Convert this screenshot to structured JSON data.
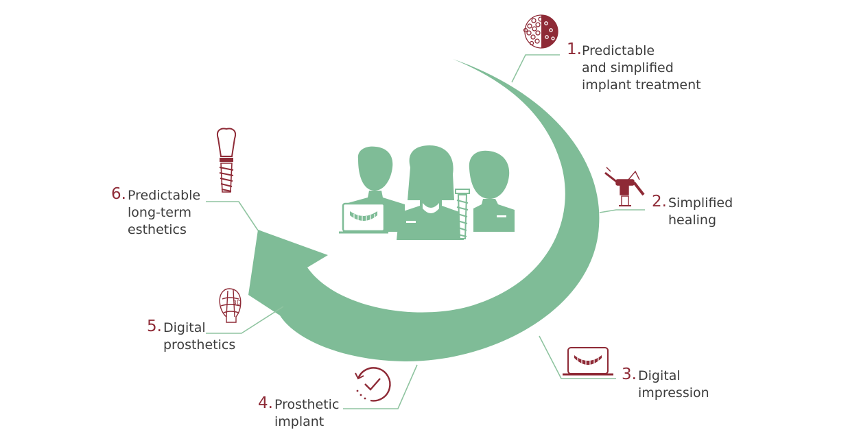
{
  "colors": {
    "arrow": "#7fbc97",
    "team": "#7fbc97",
    "accent": "#8e2a36",
    "text": "#3c3c3c",
    "leader": "#8fc4a0"
  },
  "steps": [
    {
      "number": "1.",
      "lines": [
        "Predictable",
        "and simplified",
        "implant treatment"
      ],
      "icon": "bone-graft-icon"
    },
    {
      "number": "2.",
      "lines": [
        "Simplified",
        "healing"
      ],
      "icon": "dental-chair-icon"
    },
    {
      "number": "3.",
      "lines": [
        "Digital",
        "impression"
      ],
      "icon": "laptop-teeth-icon"
    },
    {
      "number": "4.",
      "lines": [
        "Prosthetic",
        "implant"
      ],
      "icon": "clock-check-icon"
    },
    {
      "number": "5.",
      "lines": [
        "Digital",
        "prosthetics"
      ],
      "icon": "3d-crown-icon"
    },
    {
      "number": "6.",
      "lines": [
        "Predictable",
        "long-term",
        "esthetics"
      ],
      "icon": "dental-implant-icon"
    }
  ],
  "center": {
    "icon": "dental-team-icon"
  }
}
